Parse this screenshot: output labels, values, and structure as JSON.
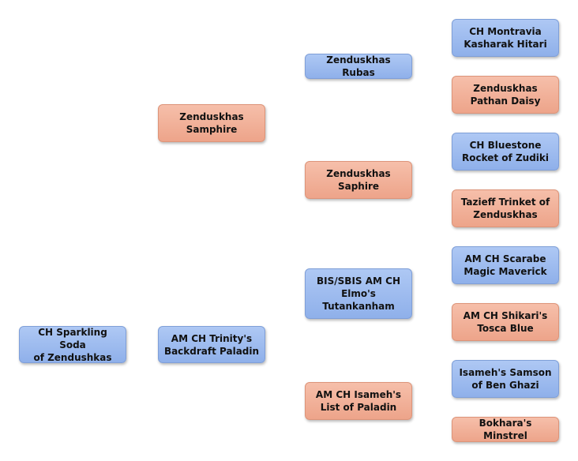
{
  "colors": {
    "male": "#9db9ee",
    "female": "#f2b19a"
  },
  "pedigree": {
    "subject": {
      "name": "CH Sparkling Soda\nof Zendushkas",
      "sex": "male"
    },
    "dam": {
      "name": "Zenduskhas\nSamphire",
      "sex": "female"
    },
    "sire": {
      "name": "AM CH Trinity's\nBackdraft Paladin",
      "sex": "male"
    },
    "dam_sire": {
      "name": "Zenduskhas Rubas",
      "sex": "male"
    },
    "dam_dam": {
      "name": "Zenduskhas\nSaphire",
      "sex": "female"
    },
    "sire_sire": {
      "name": "BIS/SBIS AM CH\nElmo's\nTutankanham",
      "sex": "male"
    },
    "sire_dam": {
      "name": "AM CH Isameh's\nList of Paladin",
      "sex": "female"
    },
    "dam_sire_sire": {
      "name": "CH Montravia\nKasharak Hitari",
      "sex": "male"
    },
    "dam_sire_dam": {
      "name": "Zenduskhas\nPathan Daisy",
      "sex": "female"
    },
    "dam_dam_sire": {
      "name": "CH Bluestone\nRocket of Zudiki",
      "sex": "male"
    },
    "dam_dam_dam": {
      "name": "Tazieff Trinket of\nZenduskhas",
      "sex": "female"
    },
    "sire_sire_sire": {
      "name": "AM CH Scarabe\nMagic Maverick",
      "sex": "male"
    },
    "sire_sire_dam": {
      "name": "AM CH Shikari's\nTosca Blue",
      "sex": "female"
    },
    "sire_dam_sire": {
      "name": "Isameh's Samson\nof Ben Ghazi",
      "sex": "male"
    },
    "sire_dam_dam": {
      "name": "Bokhara's Minstrel",
      "sex": "female"
    }
  }
}
